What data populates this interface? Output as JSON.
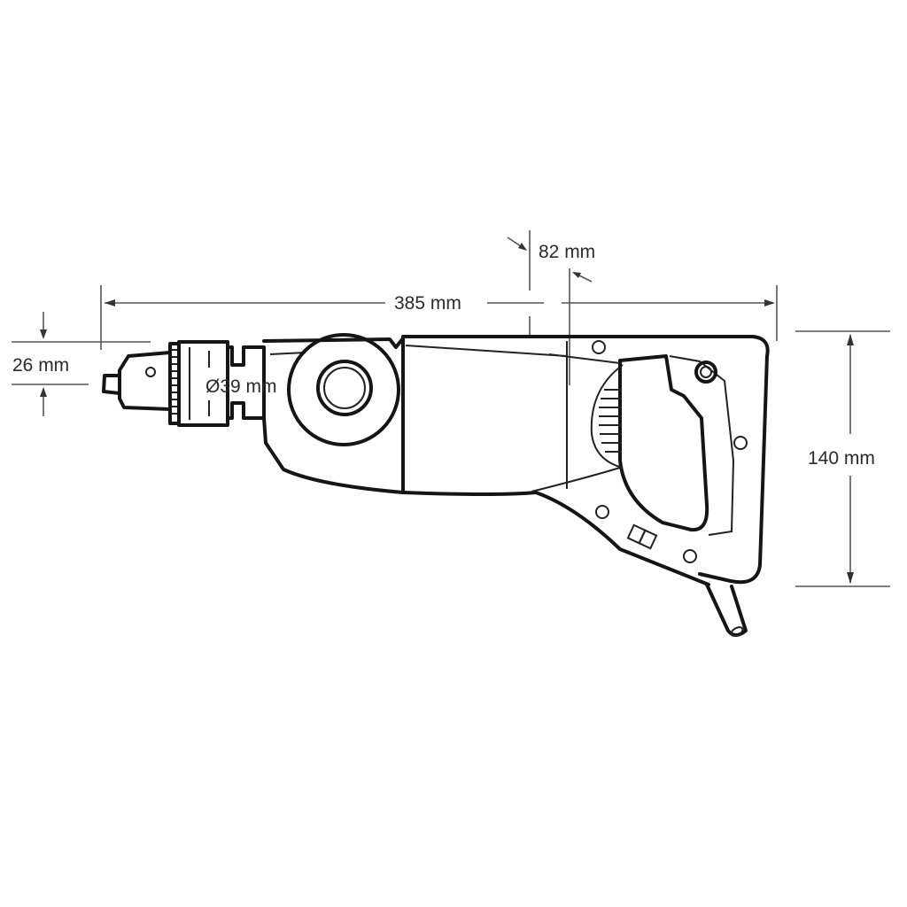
{
  "dimensions": {
    "chuck_height": "26 mm",
    "collar_diameter": "Ø39 mm",
    "overall_length": "385 mm",
    "grip_width": "82 mm",
    "overall_height": "140 mm"
  },
  "colors": {
    "line": "#151515",
    "dimension_line": "#555555",
    "background": "#ffffff"
  }
}
